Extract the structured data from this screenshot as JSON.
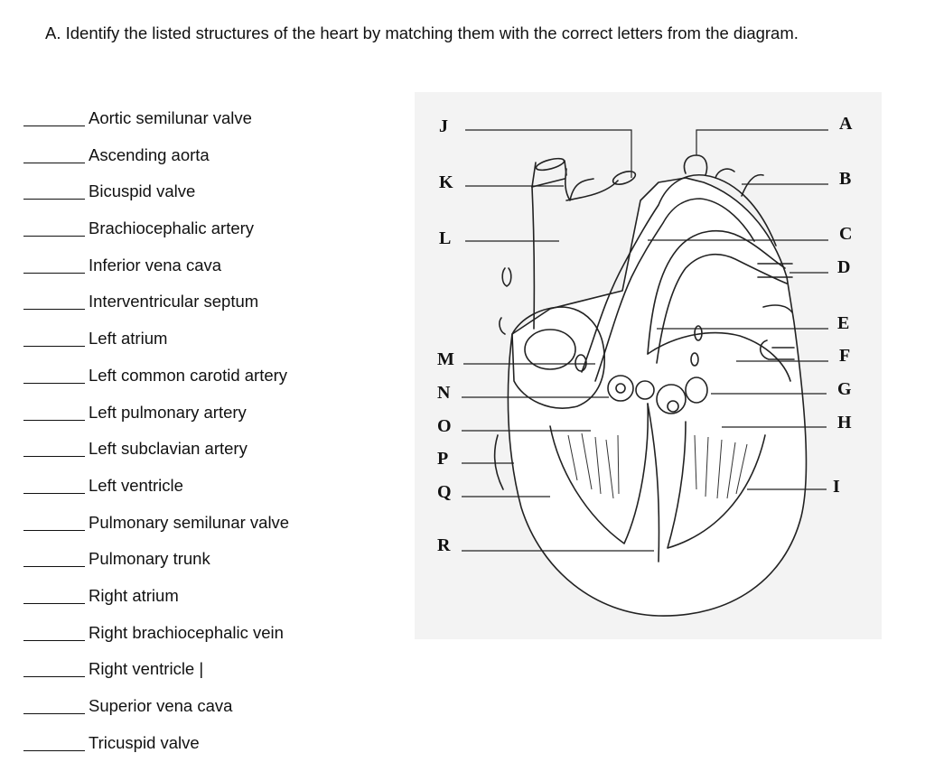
{
  "instruction": "A.  Identify the listed structures of the heart by matching them with the correct letters from the diagram.",
  "terms": [
    "Aortic semilunar valve",
    "Ascending aorta",
    "Bicuspid valve",
    "Brachiocephalic artery",
    "Inferior vena cava",
    "Interventricular septum",
    "Left atrium",
    "Left common carotid artery",
    "Left pulmonary artery",
    "Left subclavian artery",
    "Left ventricle",
    "Pulmonary semilunar valve",
    "Pulmonary trunk",
    "Right atrium",
    "Right brachiocephalic vein",
    "Right ventricle",
    "Superior vena cava",
    "Tricuspid valve"
  ],
  "cursor_glyph": "|",
  "diagram": {
    "left_letters": [
      "J",
      "K",
      "L",
      "M",
      "N",
      "O",
      "P",
      "Q",
      "R"
    ],
    "right_letters": [
      "A",
      "B",
      "C",
      "D",
      "E",
      "F",
      "G",
      "H",
      "I"
    ]
  }
}
